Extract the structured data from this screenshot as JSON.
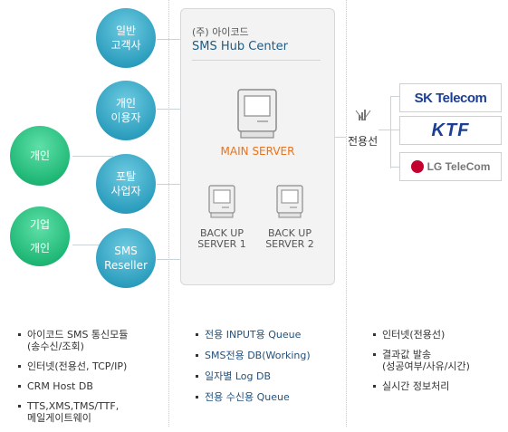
{
  "clients": {
    "general_customer": "일반\n고객사",
    "personal_user": "개인\n이용자",
    "portal_provider": "포탈\n사업자",
    "sms_reseller": "SMS\nReseller",
    "individual": "개인",
    "corporate_individual": "기업\n개인"
  },
  "hub": {
    "company": "(주) 아이코드",
    "name": "SMS Hub Center",
    "main_server": "MAIN SERVER",
    "backup1": "BACK UP\nSERVER 1",
    "backup2": "BACK UP\nSERVER 2"
  },
  "link_label": "전용선",
  "carriers": {
    "sk_telecom": "SK Telecom",
    "ktf": "KTF",
    "lg_telecom": "LG TeleCom"
  },
  "notes": {
    "col1": [
      "아이코드 SMS 통신모듈\n(송수신/조회)",
      "인터넷(전용선, TCP/IP)",
      "CRM Host DB",
      "TTS,XMS,TMS/TTF,\n메일게이트웨이"
    ],
    "col2": [
      "전용 INPUT용 Queue",
      "SMS전용 DB(Working)",
      "일자별 Log DB",
      "전용 수신용 Queue"
    ],
    "col3": [
      "인터넷(전용선)",
      "결과값 발송\n(성공여부/사유/시간)",
      "실시간 정보처리"
    ]
  },
  "colors": {
    "client_blue": "#2e9fbf",
    "client_green": "#20b877",
    "hub_title": "#1e5a86",
    "main_server": "#e8731d",
    "ktf_blue": "#1c3f94",
    "sk_red": "#e2231a",
    "lg_red": "#c4002f"
  }
}
